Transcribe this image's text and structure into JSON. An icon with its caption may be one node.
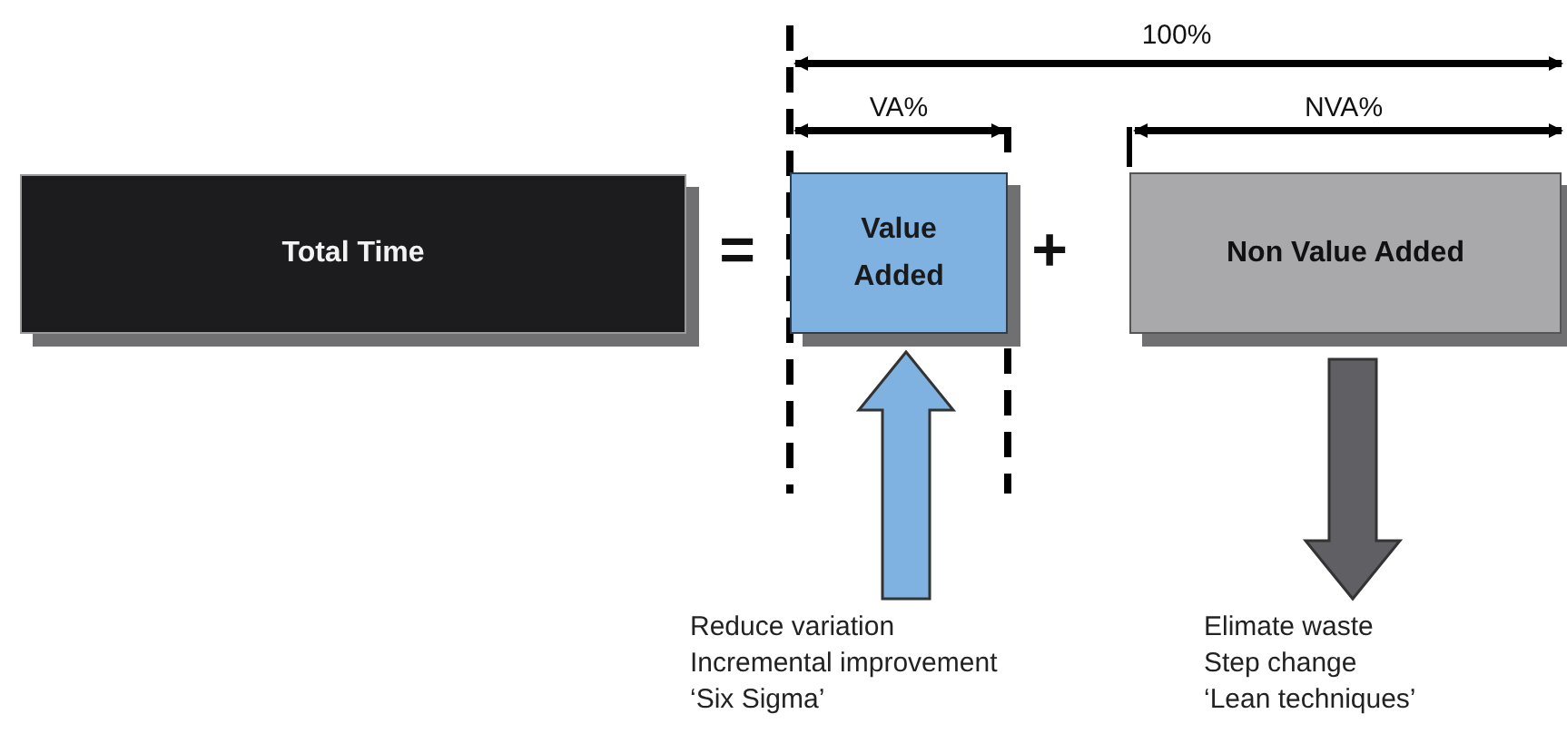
{
  "diagram": {
    "nodes": [
      {
        "text": [
          "Total Time"
        ]
      },
      {
        "text": [
          "Value Added"
        ]
      },
      {
        "text": [
          "Non Value Added"
        ]
      },
      {
        "text": [
          "Reduce variation",
          "Incremental improvement",
          "‘Six Sigma’"
        ]
      },
      {
        "text": [
          "Elimate waste",
          "Step change",
          "‘Lean techniques’"
        ]
      }
    ],
    "edges": [
      {
        "from": 3,
        "to": 1,
        "arrow": "to",
        "style": "thick",
        "color": "#7fb2e0"
      },
      {
        "from": 2,
        "to": 4,
        "arrow": "to",
        "style": "thick",
        "color": "#606064"
      }
    ],
    "labels": [
      "100%",
      "VA%",
      "NVA%",
      "=",
      "+"
    ]
  }
}
